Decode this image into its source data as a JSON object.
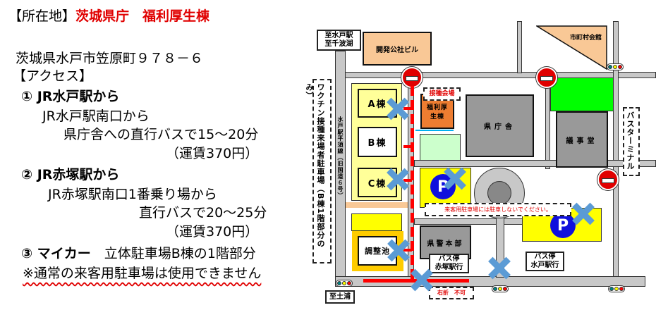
{
  "info": {
    "location_prefix": "【所在地】",
    "location_name": "茨城県庁　福利厚生棟",
    "address": "茨城県水戸市笠原町９７８－６",
    "access_heading": "【アクセス】",
    "route1_title": "① JR水戸駅から",
    "route1_line1": "JR水戸駅南口から",
    "route1_line2": "県庁舎への直行バスで15～20分",
    "route1_fare": "（運賃370円）",
    "route2_title": "② JR赤塚駅から",
    "route2_line1": "JR赤塚駅南口1番乗り場から",
    "route2_line2": "直行バスで20～25分",
    "route2_fare": "（運賃370円）",
    "route3_title": "③ マイカー",
    "route3_text": "立体駐車場B棟の1階部分",
    "note": "※通常の来客用駐車場は使用できません"
  },
  "map": {
    "to_mito": "至水戸駅\n至千波湖",
    "to_tsuchiura": "至土浦",
    "kaihatsu": "開発公社ビル",
    "shichoson": "市町村会館",
    "venue_label": "接種会場",
    "fukuri": "福利厚生棟",
    "kenchosha": "県庁舎",
    "gijido": "議事堂",
    "building_a": "A棟",
    "building_b": "B棟",
    "building_c": "C棟",
    "chouseichi": "調整池",
    "kenkei": "県警本部",
    "road_name": "水戸駅平須線（旧国道６号）",
    "vaccine_parking": "ワクチン接種来場者駐車場（B棟1階部分のみ）",
    "bus_terminal": "バスターミナル",
    "no_parking_notice": "来客用駐車場には駐車しないでください。",
    "bus_akatsuka": "バス停\n赤塚駅行",
    "bus_mito": "バス停\n水戸駅行",
    "no_right_turn": "右折　不可",
    "parking_symbol": "P",
    "colors": {
      "route_red": "#ff0000",
      "cross_blue": "#5b9bd5",
      "venue_orange": "#ed7d31"
    }
  }
}
